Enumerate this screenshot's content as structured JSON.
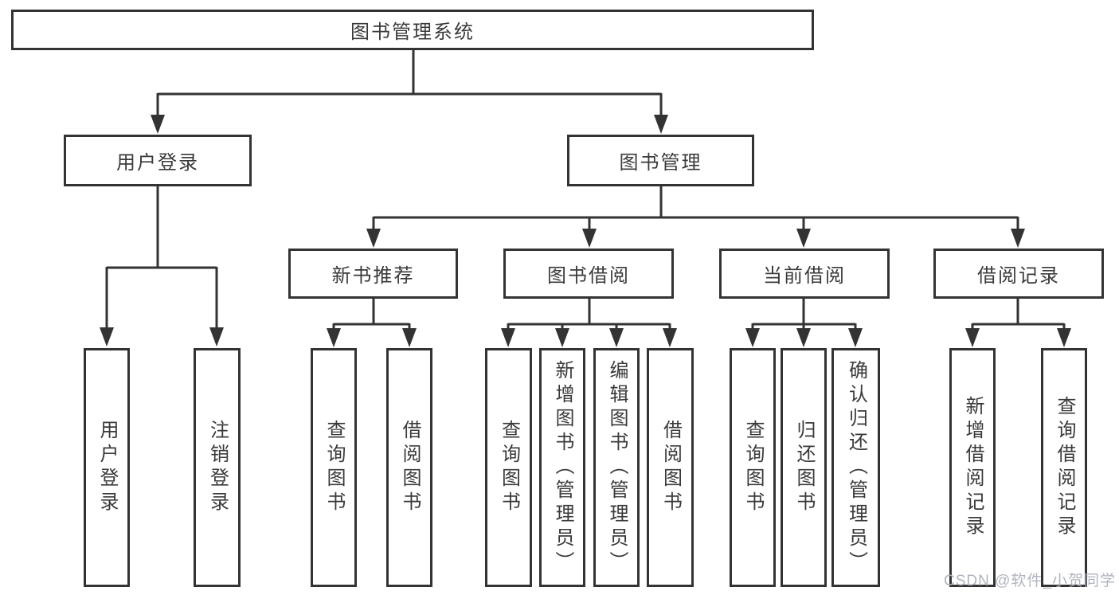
{
  "watermark": {
    "text": "CSDN @软件_小贺同学",
    "color": "#acb1ba"
  },
  "colors": {
    "line": "#333333",
    "box_background": "#ffffff",
    "text": "#3a3a3a"
  },
  "tree": {
    "root": {
      "label": "图书管理系统"
    },
    "branches": [
      {
        "label": "用户登录",
        "children": [
          {
            "label": "用户登录"
          },
          {
            "label": "注销登录"
          }
        ]
      },
      {
        "label": "图书管理",
        "children": [
          {
            "label": "新书推荐",
            "children": [
              {
                "label": "查询图书"
              },
              {
                "label": "借阅图书"
              }
            ]
          },
          {
            "label": "图书借阅",
            "children": [
              {
                "label": "查询图书"
              },
              {
                "label": "新增图书（管理员）"
              },
              {
                "label": "编辑图书（管理员）"
              },
              {
                "label": "借阅图书"
              }
            ]
          },
          {
            "label": "当前借阅",
            "children": [
              {
                "label": "查询图书"
              },
              {
                "label": "归还图书"
              },
              {
                "label": "确认归还（管理员）"
              }
            ]
          },
          {
            "label": "借阅记录",
            "children": [
              {
                "label": "新增借阅记录"
              },
              {
                "label": "查询借阅记录"
              }
            ]
          }
        ]
      }
    ]
  }
}
